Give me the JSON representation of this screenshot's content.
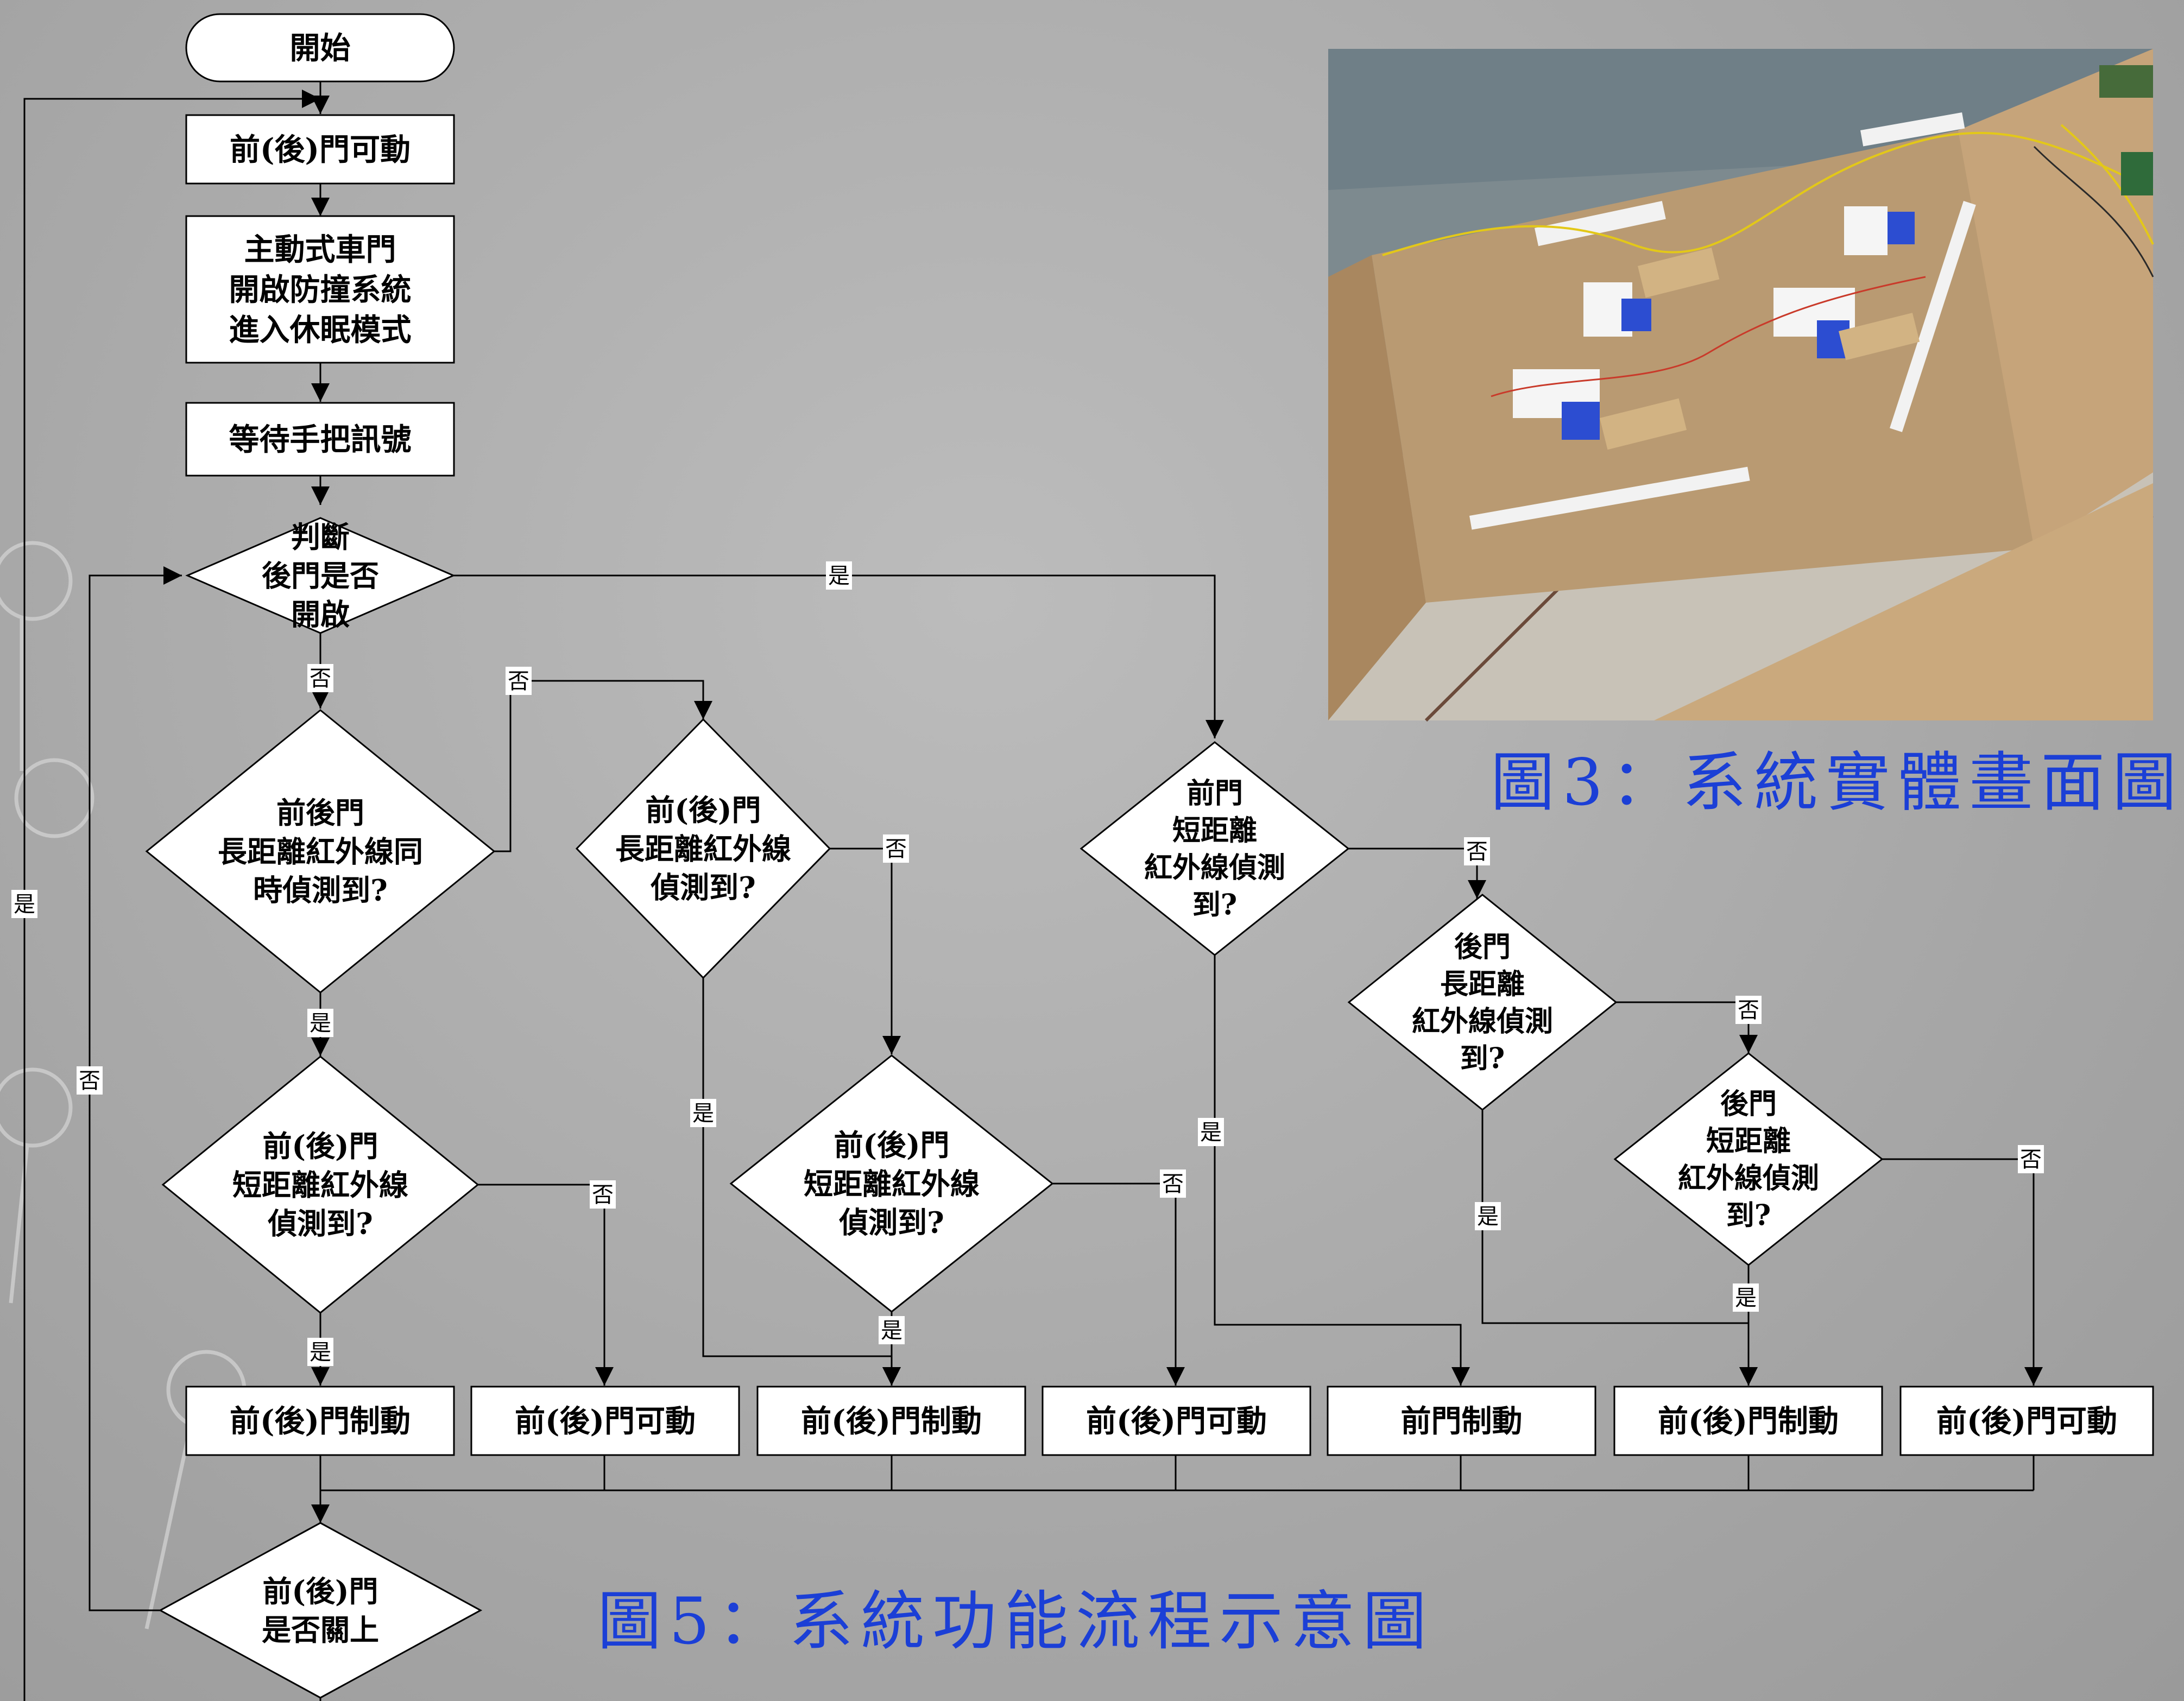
{
  "nodes": {
    "start": "開始",
    "b1": "前(後)門可動",
    "b2": [
      "主動式車門",
      "開啟防撞系統",
      "進入休眠模式"
    ],
    "b3": "等待手把訊號",
    "d_judge": [
      "判斷",
      "後門是否",
      "開啟"
    ],
    "d_long_both": [
      "前後門",
      "長距離紅外線同",
      "時偵測到?"
    ],
    "d_long_one": [
      "前(後)門",
      "長距離紅外線",
      "偵測到?"
    ],
    "d_short_a": [
      "前(後)門",
      "短距離紅外線",
      "偵測到?"
    ],
    "d_short_b": [
      "前(後)門",
      "短距離紅外線",
      "偵測到?"
    ],
    "d_front_short": [
      "前門",
      "短距離",
      "紅外線偵測",
      "到?"
    ],
    "d_rear_long": [
      "後門",
      "長距離",
      "紅外線偵測",
      "到?"
    ],
    "d_rear_short": [
      "後門",
      "短距離",
      "紅外線偵測",
      "到?"
    ],
    "d_closed": [
      "前(後)門",
      "是否關上"
    ],
    "out1": "前(後)門制動",
    "out2": "前(後)門可動",
    "out3": "前(後)門制動",
    "out4": "前(後)門可動",
    "out5": "前門制動",
    "out6": "前(後)門制動",
    "out7": "前(後)門可動"
  },
  "labels": {
    "yes": "是",
    "no": "否"
  },
  "captions": {
    "photo": "圖3：系統實體畫面圖",
    "flow": "圖5：系統功能流程示意圖"
  },
  "colors": {
    "caption": "#1b3fd6",
    "background": "#a9a9a9",
    "node_fill": "#ffffff"
  }
}
